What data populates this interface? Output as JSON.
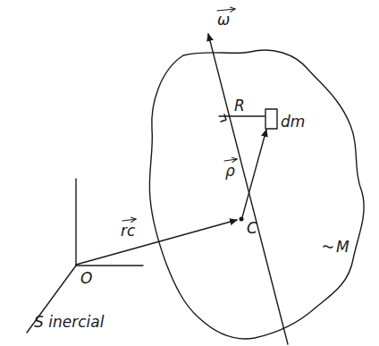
{
  "diagram": {
    "labels": [
      "ω",
      "R",
      "dm",
      "ρ",
      "rc",
      "C",
      "M",
      "O",
      "S inercial"
    ]
  }
}
